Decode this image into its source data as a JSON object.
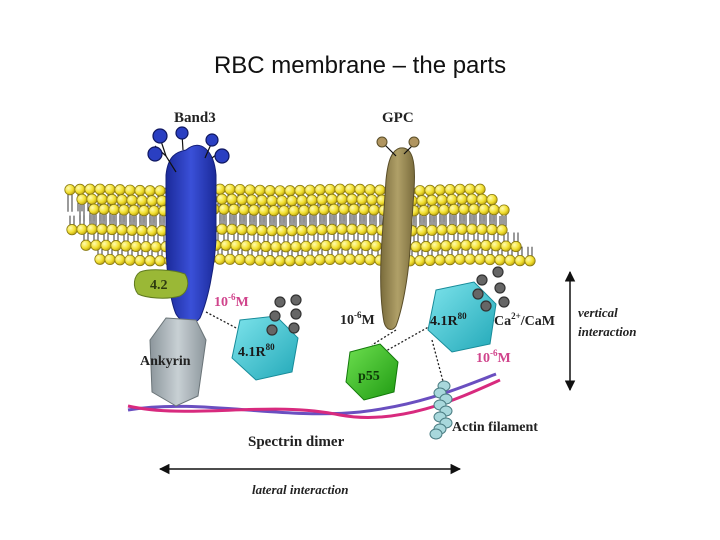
{
  "slide": {
    "title": "RBC membrane – the parts"
  },
  "labels": {
    "band3": "Band3",
    "gpc": "GPC",
    "protein_42": "4.2",
    "ankyrin": "Ankyrin",
    "conc_left_base": "10",
    "conc_left_exp": "-6",
    "conc_left_unit": "M",
    "conc_mid_base": "10",
    "conc_mid_exp": "-6",
    "conc_mid_unit": "M",
    "conc_right_base": "10",
    "conc_right_exp": "-6",
    "conc_right_unit": "M",
    "protein41_left_base": "4.1R",
    "protein41_left_sup": "80",
    "protein41_right_base": "4.1R",
    "protein41_right_sup": "80",
    "p55": "p55",
    "cacam_a": "Ca",
    "cacam_sup": "2+",
    "cacam_b": "/CaM",
    "vertical_1": "vertical",
    "vertical_2": "interaction",
    "actin": "Actin filament",
    "spectrin": "Spectrin dimer",
    "lateral": "lateral interaction"
  },
  "colors": {
    "band3": "#2a3fc2",
    "gpc": "#9a8a55",
    "lipid_head": "#f3e030",
    "protein_42": "#9ab836",
    "ankyrin": "#a9b3b8",
    "protein_41r": "#3cc8d6",
    "p55": "#33c21f",
    "conc_text": "#d0448c",
    "spectrin_purple": "#6a4fc0",
    "spectrin_pink": "#d82a7e",
    "actin": "#a8d8dc"
  }
}
